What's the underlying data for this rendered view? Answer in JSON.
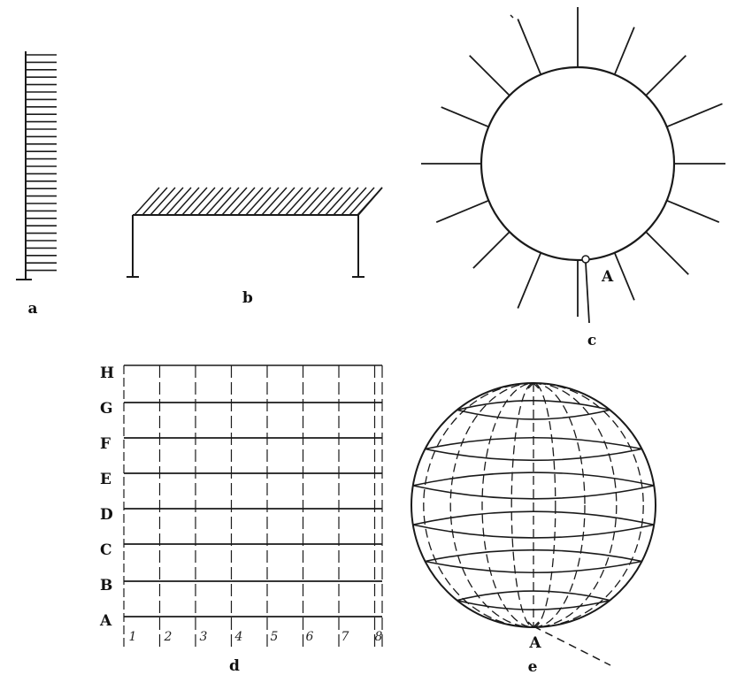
{
  "panels": {
    "a": {
      "label": "a"
    },
    "b": {
      "label": "b"
    },
    "c": {
      "label": "c",
      "point_label": "A"
    },
    "d": {
      "label": "d",
      "row_labels": [
        "A",
        "B",
        "C",
        "D",
        "E",
        "F",
        "G",
        "H"
      ],
      "column_labels": [
        "1",
        "2",
        "3",
        "4",
        "5",
        "6",
        "7",
        "8"
      ]
    },
    "e": {
      "label": "e",
      "pole_label": "A"
    }
  }
}
